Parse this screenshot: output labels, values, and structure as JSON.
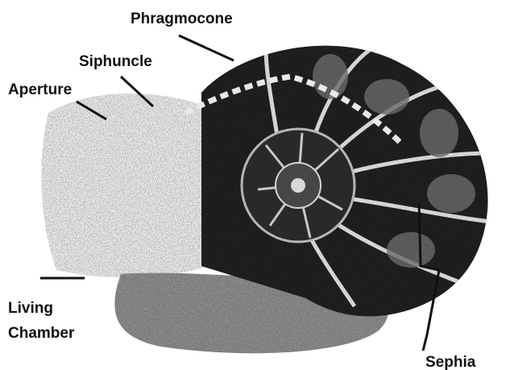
{
  "labels": {
    "phragmocone": "Phragmocone",
    "siphuncle": "Siphuncle",
    "aperture": "Aperture",
    "living_chamber_line1": "Living",
    "living_chamber_line2": "Chamber",
    "sephia": "Sephia"
  },
  "colors": {
    "ink": "#111111",
    "shell_dark": "#1f1f1f",
    "shell_mid": "#6e6e6e",
    "background": "#ffffff"
  }
}
